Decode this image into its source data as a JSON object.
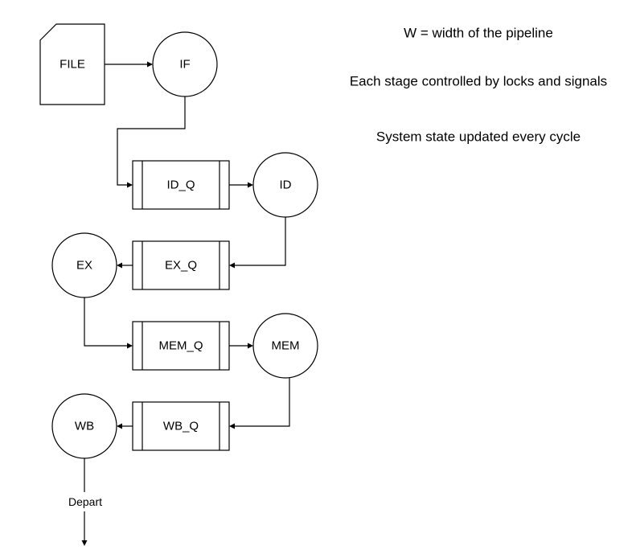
{
  "nodes": {
    "file": "FILE",
    "if": "IF",
    "id_q": "ID_Q",
    "id": "ID",
    "ex_q": "EX_Q",
    "ex": "EX",
    "mem_q": "MEM_Q",
    "mem": "MEM",
    "wb_q": "WB_Q",
    "wb": "WB"
  },
  "edge_labels": {
    "depart": "Depart"
  },
  "notes": [
    "W = width of the pipeline",
    "Each stage controlled by locks and signals",
    "System state updated every cycle"
  ]
}
